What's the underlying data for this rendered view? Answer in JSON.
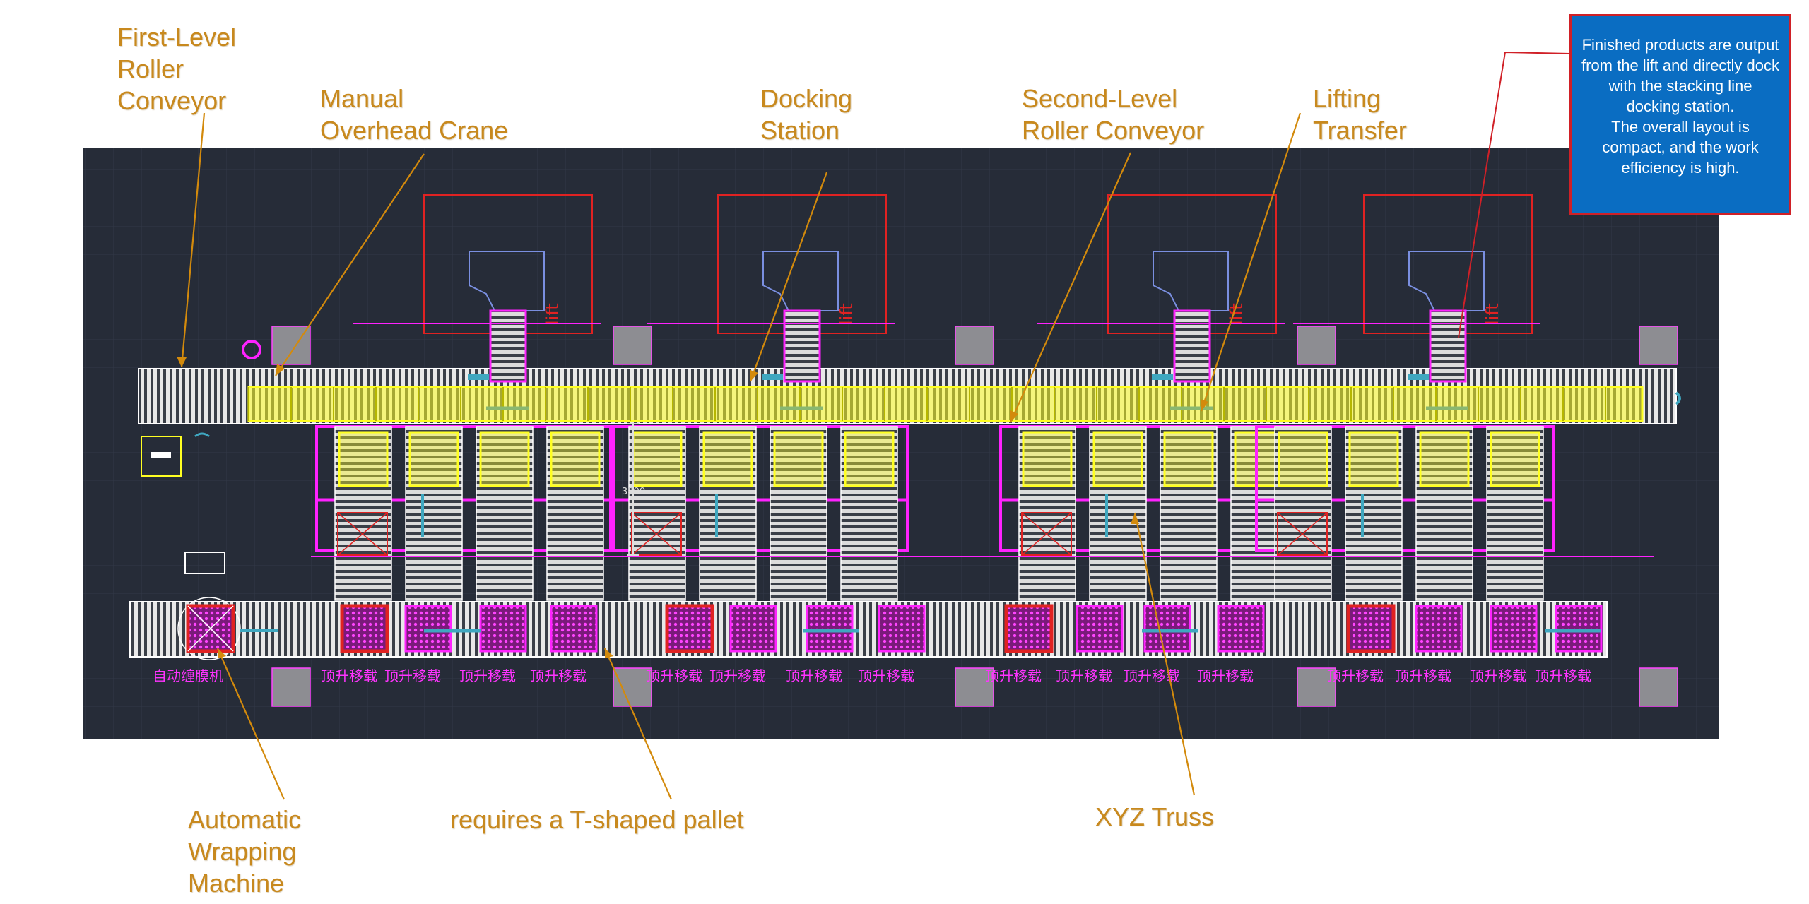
{
  "callouts": {
    "first_level": "First-Level\nRoller\nConveyor",
    "overhead_crane": "Manual\nOverhead Crane",
    "docking": "Docking\nStation",
    "second_level": "Second-Level\nRoller Conveyor",
    "lifting": "Lifting\nTransfer",
    "wrapping": "Automatic\nWrapping\nMachine",
    "t_pallet": "requires a T-shaped pallet",
    "xyz": "XYZ Truss"
  },
  "infobox": {
    "text": "Finished products are output from the lift and directly dock with the stacking line docking station.\nThe overall layout is compact, and the work efficiency is high."
  },
  "cad_labels": {
    "lift": "lift",
    "dimension": "3800",
    "wrapping_machine_cn": "自动缠膜机",
    "lift_transfer_cn": "顶升移载"
  },
  "colors": {
    "callout": "#c8891e",
    "background": "#262c38",
    "magenta": "#ff22ff",
    "yellow": "#ffff22",
    "red": "#e02222",
    "blue": "#7a8fe0",
    "cyan": "#3fa7c0",
    "infobox_bg": "#0a6dc2",
    "infobox_border": "#d02027"
  }
}
